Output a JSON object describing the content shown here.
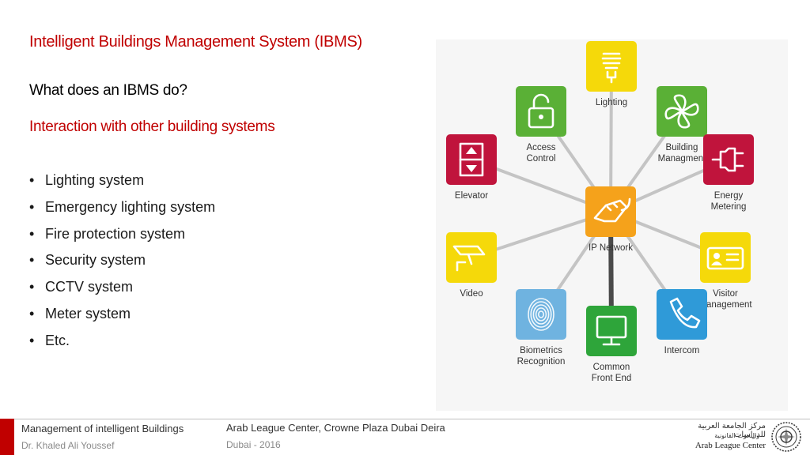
{
  "slide": {
    "title": "Intelligent Buildings Management System (IBMS)",
    "question": "What does an IBMS do?",
    "section": "Interaction with other building systems",
    "bullets": [
      "Lighting system",
      "Emergency lighting system",
      "Fire protection system",
      "Security system",
      "CCTV system",
      "Meter system",
      "Etc."
    ]
  },
  "diagram": {
    "hub": {
      "label": "IP Network",
      "color": "#f5a21b",
      "icon": "network-hand-icon"
    },
    "nodes": [
      {
        "id": "lighting",
        "lines": [
          "Lighting"
        ],
        "color": "#f5d90a",
        "icon": "bulb-icon"
      },
      {
        "id": "building-managment",
        "lines": [
          "Building",
          "Managment"
        ],
        "color": "#5ab036",
        "icon": "fan-icon"
      },
      {
        "id": "energy-metering",
        "lines": [
          "Energy",
          "Metering"
        ],
        "color": "#c0143c",
        "icon": "plug-icon"
      },
      {
        "id": "visitor-management",
        "lines": [
          "Visitor",
          "Management"
        ],
        "color": "#f5d90a",
        "icon": "id-card-icon"
      },
      {
        "id": "intercom",
        "lines": [
          "Intercom"
        ],
        "color": "#2f9ad8",
        "icon": "phone-icon"
      },
      {
        "id": "common-front-end",
        "lines": [
          "Common",
          "Front End"
        ],
        "color": "#2ea53a",
        "icon": "monitor-icon"
      },
      {
        "id": "biometrics-recognition",
        "lines": [
          "Biometrics",
          "Recognition"
        ],
        "color": "#6fb3e0",
        "icon": "fingerprint-icon"
      },
      {
        "id": "video",
        "lines": [
          "Video"
        ],
        "color": "#f5d90a",
        "icon": "camera-icon"
      },
      {
        "id": "elevator",
        "lines": [
          "Elevator"
        ],
        "color": "#c0143c",
        "icon": "elevator-icon"
      },
      {
        "id": "access-control",
        "lines": [
          "Access",
          "Control"
        ],
        "color": "#5ab036",
        "icon": "padlock-icon"
      }
    ]
  },
  "footer": {
    "course": "Management of intelligent Buildings",
    "author": "Dr. Khaled Ali Youssef",
    "venue": "Arab League Center, Crowne Plaza Dubai Deira",
    "date": "Dubai - 2016",
    "logo_arabic_line1": "مركز الجامعة العربية للدراسات",
    "logo_arabic_line2": "والبحوث القانونية",
    "logo_name": "Arab League Center",
    "accent_color": "#c00000"
  }
}
